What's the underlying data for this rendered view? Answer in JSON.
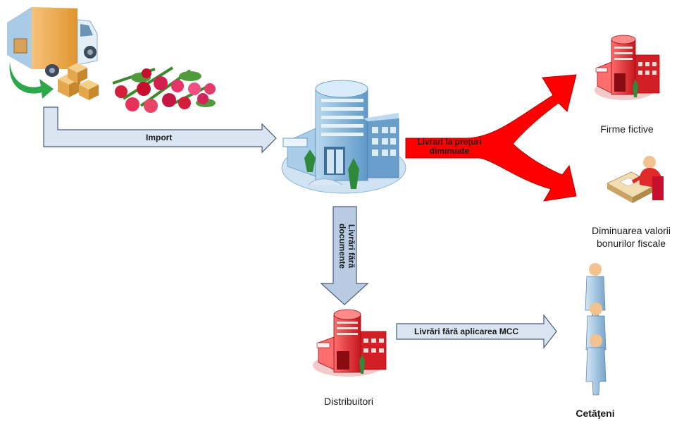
{
  "colors": {
    "flow_arrow": "#dbe5f1",
    "flow_arrow_stroke": "#4a5a7a",
    "red_arrow": "#ff0000",
    "building_blue": "#7fb3d8",
    "building_red": "#e8272d",
    "person_blue": "#9cc2e0",
    "person_skin": "#f4c28e"
  },
  "arrows": {
    "import": "Import",
    "docs_line1": "Livrări fără",
    "docs_line2": "documente",
    "reduced_line1": "Livrari la preţuri",
    "reduced_line2": "diminuate",
    "no_mcc": "Livrări fără aplicarea MCC"
  },
  "nodes": {
    "fictive": "Firme fictive",
    "receipts_line1": "Diminuarea valorii",
    "receipts_line2": "bonurilor fiscale",
    "distributors": "Distribuitori",
    "citizens": "Cetăţeni"
  },
  "icons": [
    "truck-icon",
    "boxes-icon",
    "roses-icon",
    "office-building-icon",
    "red-building-icon",
    "clerk-at-desk-icon",
    "person-icon"
  ]
}
